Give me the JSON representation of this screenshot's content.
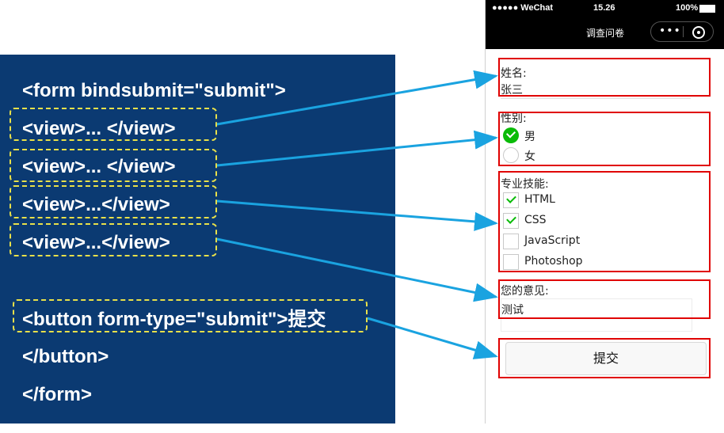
{
  "code": {
    "lines": [
      "<form bindsubmit=\"submit\">",
      "<view>... </view>",
      "<view>... </view>",
      "<view>...</view>",
      "<view>...</view>",
      "<button form-type=\"submit\">提交",
      "</button>",
      "</form>"
    ]
  },
  "phone": {
    "status": {
      "signal": "●●●●● WeChat",
      "time": "15.26",
      "battery": "100%"
    },
    "title": "调查问卷",
    "form": {
      "name_label": "姓名:",
      "name_value": "张三",
      "gender_label": "性别:",
      "gender_options": [
        "男",
        "女"
      ],
      "gender_selected": "男",
      "skills_label": "专业技能:",
      "skills": [
        {
          "label": "HTML",
          "checked": true
        },
        {
          "label": "CSS",
          "checked": true
        },
        {
          "label": "JavaScript",
          "checked": false
        },
        {
          "label": "Photoshop",
          "checked": false
        }
      ],
      "opinion_label": "您的意见:",
      "opinion_value": "测试",
      "submit_label": "提交"
    }
  },
  "colors": {
    "panel": "#0b3a72",
    "highlight": "#e00000",
    "arrow": "#1aa3e0",
    "dash": "#e8e04a",
    "check": "#09bb07"
  }
}
